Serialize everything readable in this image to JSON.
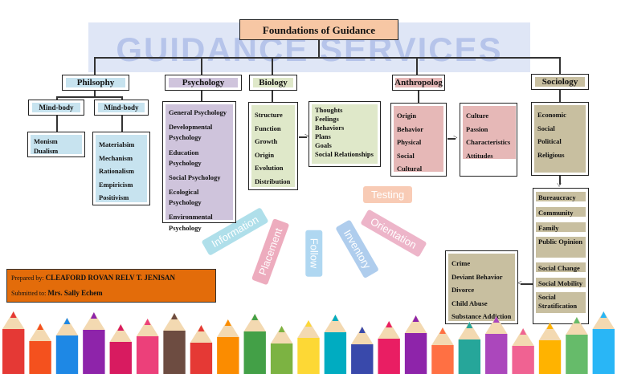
{
  "title": "Foundations of Guidance",
  "background_text": {
    "banner": "GUIDANCE SERVICES",
    "rays": [
      "Testing",
      "Orientation",
      "Inventory",
      "Follow",
      "Placement",
      "Information"
    ]
  },
  "branches": [
    {
      "key": "philosophy",
      "label": "Philsophy",
      "color": "#c7e3ef",
      "subs": [
        {
          "label": "Mind-body",
          "items": [
            "Monism",
            "Dualism"
          ]
        },
        {
          "label": "Mind-body",
          "items": [
            "Materialsim",
            "Mechanism",
            "Rationalism",
            "Empiricism",
            "Positivism"
          ]
        }
      ]
    },
    {
      "key": "psychology",
      "label": "Psychology",
      "color": "#cfc4dc",
      "items": [
        "General Psychology",
        "Developmental Psychology",
        "Education Psychology",
        "Social Psychology",
        "Ecological Psychology",
        "Environmental Psychology"
      ]
    },
    {
      "key": "biology",
      "label": "Biology",
      "color": "#dfe8c9",
      "items": [
        "Structure",
        "Function",
        "Growth",
        "Origin",
        "Evolution",
        "Distribution"
      ],
      "extra": [
        "Thoughts",
        "Feelings",
        "Behaviors",
        "Plans",
        "Goals",
        "Social Relationships"
      ]
    },
    {
      "key": "anthropology",
      "label": "Anthropolog",
      "color": "#e6b8b7",
      "items": [
        "Origin",
        "Behavior",
        "Physical",
        "Social",
        "Cultural"
      ],
      "extra": [
        "Culture",
        "Passion",
        "Characteristics",
        "Attitudes"
      ]
    },
    {
      "key": "sociology",
      "label": "Sociology",
      "color": "#c8bfa0",
      "items": [
        "Economic",
        "Social",
        "Political",
        "Religious"
      ],
      "institutions": [
        "Bureaucracy",
        "Community",
        "Family",
        "Public Opinion",
        "Social Change",
        "Social Mobility",
        "Social Stratification"
      ],
      "problems": [
        "Crime",
        "Deviant Behavior",
        "Divorce",
        "Child Abuse",
        "Substance Addiction"
      ]
    }
  ],
  "credits": {
    "prepared_label": "Prepared by:",
    "prepared_name": "CLEAFORD ROVAN RELV T. JENISAN",
    "submitted_label": "Submitted to:",
    "submitted_name": "Mrs. Sally Echem"
  },
  "colors": {
    "title_box": "#f7c7a4",
    "credits_box": "#e36c0a"
  }
}
